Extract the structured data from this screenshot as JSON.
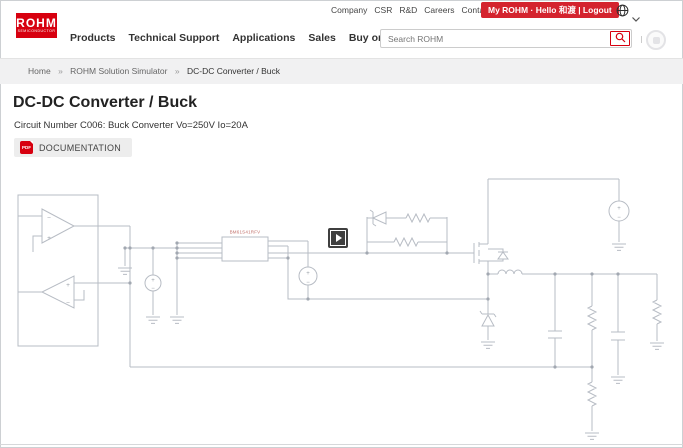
{
  "header": {
    "logo": {
      "name": "ROHM",
      "tagline": "SEMICONDUCTOR"
    },
    "top_links": [
      "Company",
      "CSR",
      "R&D",
      "Careers",
      "Contact Us"
    ],
    "account_badge": "My ROHM · Hello 和渡 | Logout",
    "nav": [
      "Products",
      "Technical Support",
      "Applications",
      "Sales",
      "Buy or Sample"
    ],
    "search": {
      "placeholder": "Search ROHM"
    }
  },
  "breadcrumb": {
    "separator": "»",
    "items": [
      "Home",
      "ROHM Solution Simulator",
      "DC-DC Converter / Buck"
    ]
  },
  "page": {
    "title": "DC-DC Converter / Buck",
    "subtitle": "Circuit Number C006: Buck Converter Vo=250V Io=20A",
    "documentation_label": "DOCUMENTATION",
    "pdf_badge": "PDF"
  },
  "schematic": {
    "ic_label": "BM61S41RFV"
  },
  "colors": {
    "rohm_red": "#d7000f",
    "badge_red": "#d4232e",
    "wire_gray": "#b7bcc4",
    "breadcrumb_bg": "#f1f1f2"
  }
}
